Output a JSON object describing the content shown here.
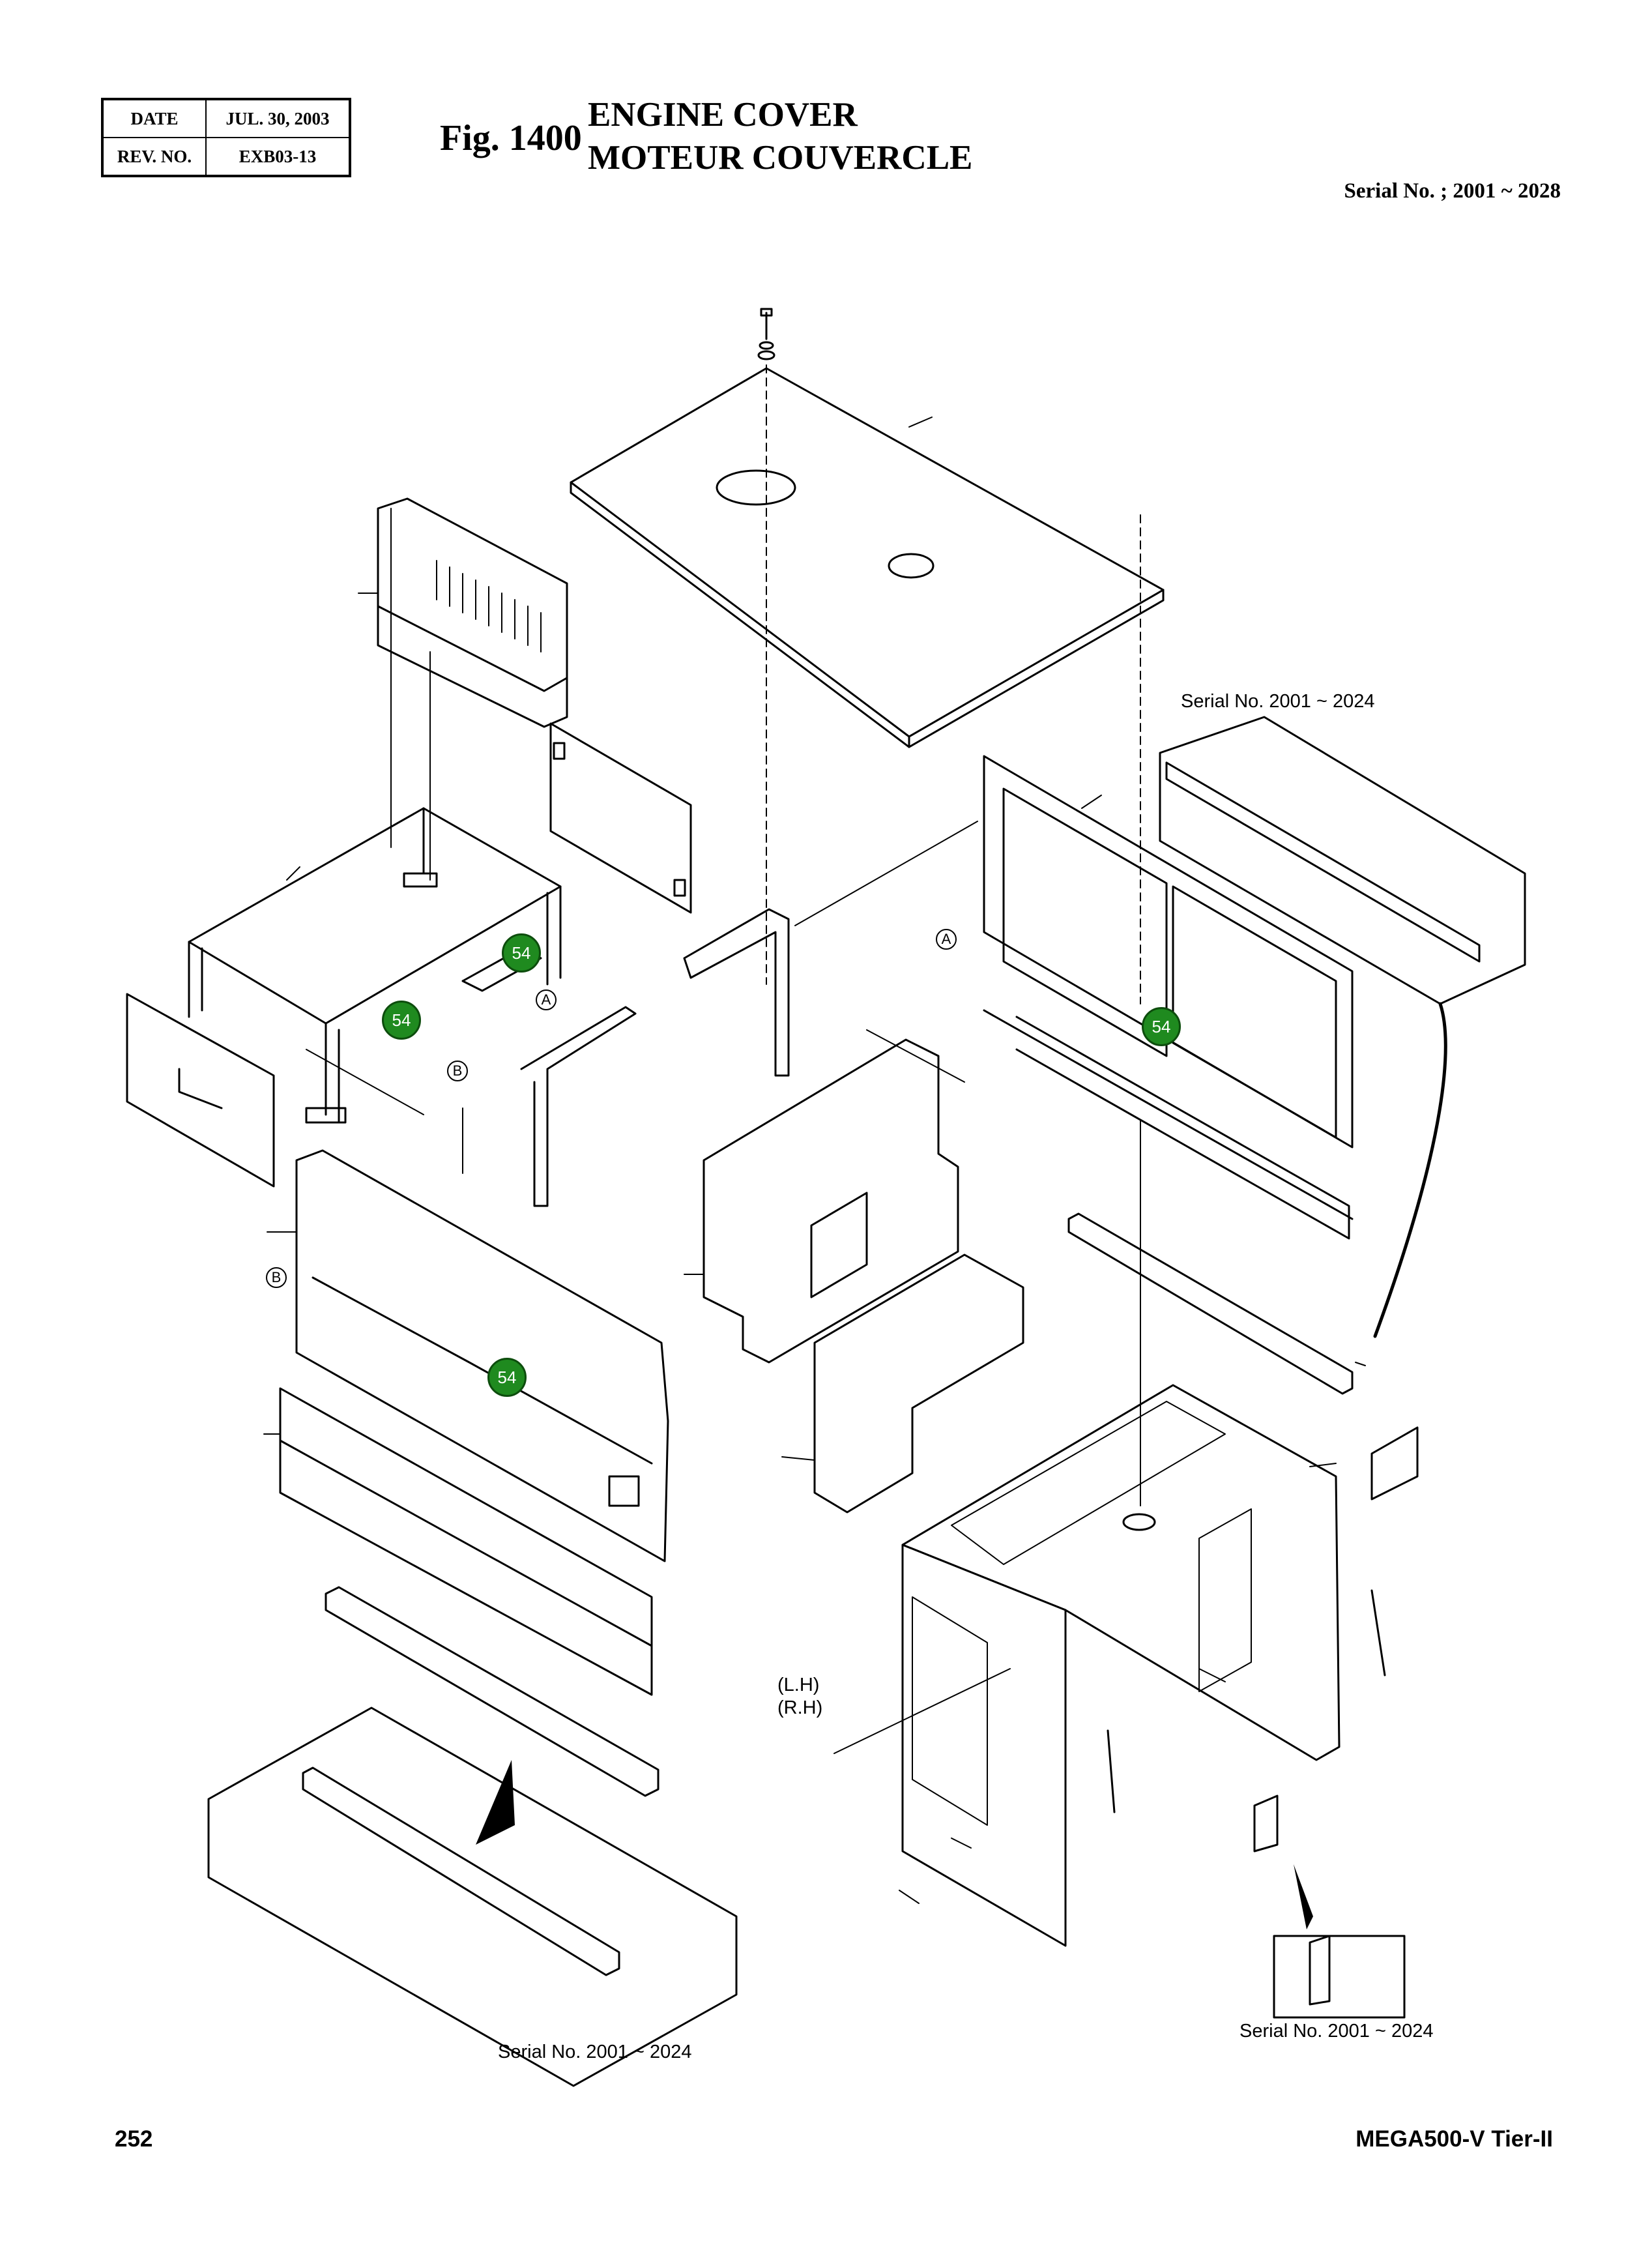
{
  "header": {
    "date_label": "DATE",
    "date_value": "JUL. 30, 2003",
    "rev_label": "REV. NO.",
    "rev_value": "EXB03-13",
    "fig_label": "Fig. 1400",
    "title_en": "ENGINE COVER",
    "title_fr": "MOTEUR COUVERCLE",
    "serial_range": "Serial No. ; 2001 ~ 2028"
  },
  "drawing": {
    "serial_note_right_top": "Serial No. 2001 ~ 2024",
    "serial_note_bottom_left": "Serial No. 2001 ~ 2024",
    "serial_note_bottom_right": "Serial No. 2001 ~ 2024",
    "badges": [
      "54",
      "54",
      "54",
      "54"
    ],
    "callout_a": "A",
    "callout_b": "B",
    "side_lh": "(L.H)",
    "side_rh": "(R.H)"
  },
  "footer": {
    "page_number": "252",
    "model": "MEGA500-V Tier-II"
  }
}
